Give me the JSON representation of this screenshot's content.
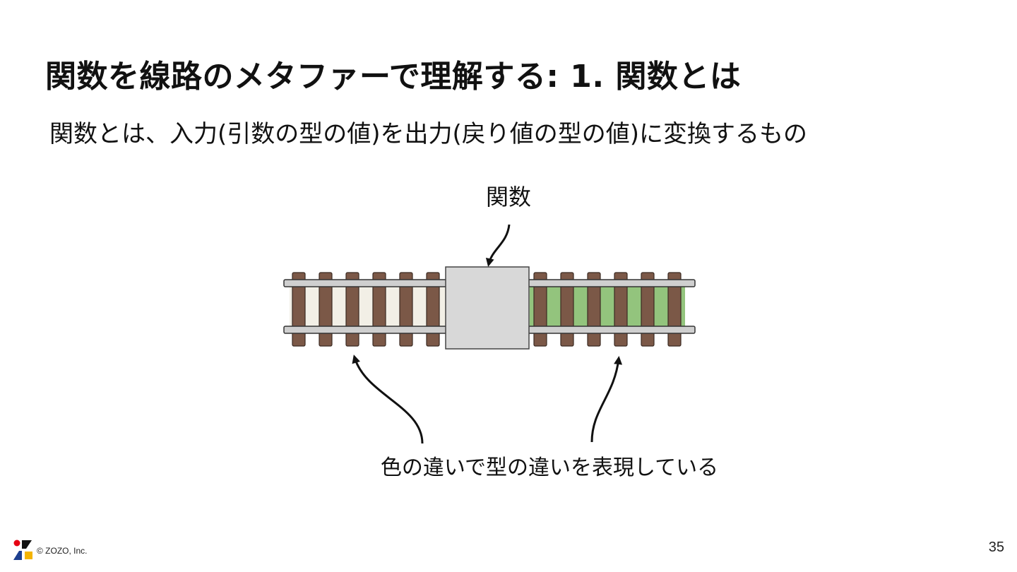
{
  "slide": {
    "title": "関数を線路のメタファーで理解する: 1. 関数とは",
    "subtitle": "関数とは、入力(引数の型の値)を出力(戻り値の型の値)に変換するもの",
    "page_number": "35"
  },
  "diagram": {
    "function_label": "関数",
    "type_difference_label": "色の違いで型の違いを表現している",
    "colors": {
      "input_fill": "#f2efe6",
      "output_fill": "#93c47d",
      "tie": "#7b5847",
      "rail": "#cfcfcf",
      "function_box": "#d8d8d8"
    }
  },
  "footer": {
    "copyright": "© ZOZO, Inc.",
    "logo_icon": "zozo-logo-icon"
  }
}
